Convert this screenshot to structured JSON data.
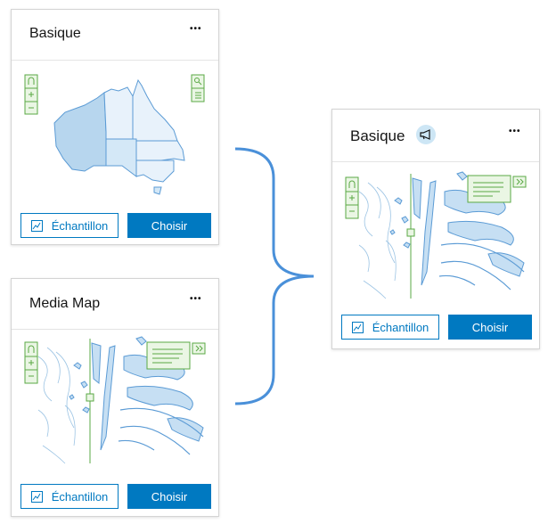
{
  "cards": {
    "basique_left": {
      "title": "Basique",
      "menu": "•••",
      "sample_label": "Échantillon",
      "choose_label": "Choisir"
    },
    "media_map": {
      "title": "Media Map",
      "menu": "•••",
      "sample_label": "Échantillon",
      "choose_label": "Choisir"
    },
    "basique_right": {
      "title": "Basique",
      "menu": "•••",
      "sample_label": "Échantillon",
      "choose_label": "Choisir",
      "badge_icon": "megaphone-icon"
    }
  },
  "colors": {
    "accent": "#0079c1",
    "map_fill": "#d4e8f7",
    "map_stroke": "#5b9bd5",
    "ui_green": "#5aa844"
  },
  "connector": {
    "icon": "curly-brace-icon"
  }
}
